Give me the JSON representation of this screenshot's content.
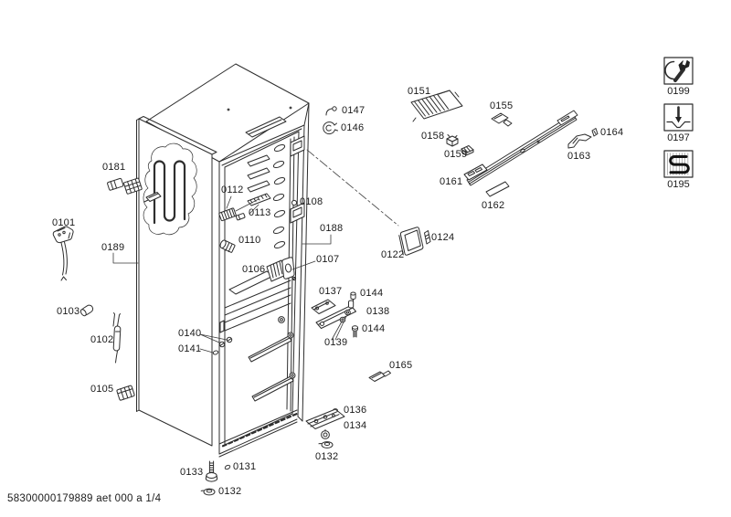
{
  "document": {
    "footer_code": "58300000179889 aet 000 a 1/4"
  },
  "callouts": [
    {
      "part": "0181"
    },
    {
      "part": "0101"
    },
    {
      "part": "0189"
    },
    {
      "part": "0103"
    },
    {
      "part": "0102"
    },
    {
      "part": "0105"
    },
    {
      "part": "0112"
    },
    {
      "part": "0113"
    },
    {
      "part": "0108"
    },
    {
      "part": "0110"
    },
    {
      "part": "0106"
    },
    {
      "part": "0107"
    },
    {
      "part": "0188"
    },
    {
      "part": "0147"
    },
    {
      "part": "0146"
    },
    {
      "part": "0151"
    },
    {
      "part": "0155"
    },
    {
      "part": "0158"
    },
    {
      "part": "0159"
    },
    {
      "part": "0161"
    },
    {
      "part": "0162"
    },
    {
      "part": "0163"
    },
    {
      "part": "0164"
    },
    {
      "part": "0122"
    },
    {
      "part": "0124"
    },
    {
      "part": "0137"
    },
    {
      "part": "0144"
    },
    {
      "part": "0138"
    },
    {
      "part": "0144"
    },
    {
      "part": "0139"
    },
    {
      "part": "0140"
    },
    {
      "part": "0141"
    },
    {
      "part": "0165"
    },
    {
      "part": "0136"
    },
    {
      "part": "0134"
    },
    {
      "part": "0132"
    },
    {
      "part": "0131"
    },
    {
      "part": "0133"
    },
    {
      "part": "0132"
    }
  ],
  "legend": [
    {
      "part": "0199",
      "icon": "open-end-wrench-icon"
    },
    {
      "part": "0197",
      "icon": "screwdriver-icon"
    },
    {
      "part": "0195",
      "icon": "heater-coil-icon"
    }
  ]
}
